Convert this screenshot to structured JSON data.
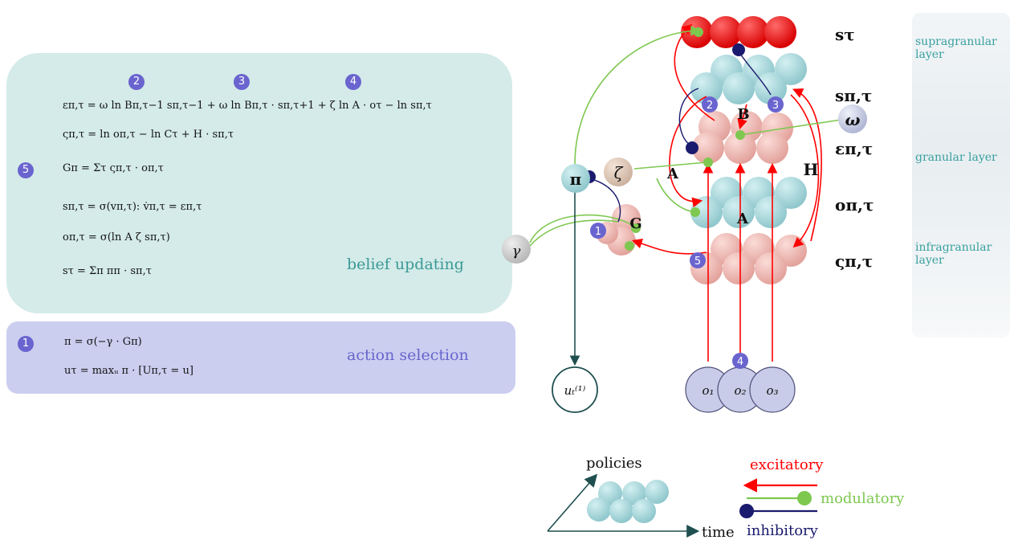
{
  "belief_updating": {
    "caption": "belief updating",
    "equations": {
      "eps": "επ,τ = ω ln Bπ,τ−1 sπ,τ−1 + ω ln Bπ,τ · sπ,τ+1 + ζ ln A · oτ − ln sπ,τ",
      "varsigma": "ςπ,τ = ln oπ,τ − ln Cτ + H · sπ,τ",
      "G": "Gπ = Στ ςπ,τ · oπ,τ",
      "s_pi": "sπ,τ = σ(vπ,τ): v̇π,τ = επ,τ",
      "o_pi": "oπ,τ = σ(ln A ζ sπ,τ)",
      "s_tau": "sτ = Σπ ππ · sπ,τ"
    },
    "markers": [
      "2",
      "3",
      "4",
      "5"
    ]
  },
  "action_selection": {
    "caption": "action selection",
    "equations": {
      "pi": "π = σ(−γ · Gπ)",
      "u": "uτ = maxᵤ π · [Uπ,τ = u]"
    },
    "marker": "1"
  },
  "diagram": {
    "row_labels": [
      "sτ",
      "sπ,τ",
      "επ,τ",
      "oπ,τ",
      "ςπ,τ"
    ],
    "node_labels": {
      "pi": "π",
      "zeta": "ζ",
      "gamma": "γ",
      "omega": "ω",
      "G": "G",
      "A_upper": "A",
      "A_lower": "A",
      "B": "B",
      "H": "H",
      "u": "uₜ⁽¹⁾",
      "obs": [
        "o₁",
        "o₂",
        "o₃"
      ]
    },
    "markers": [
      "1",
      "2",
      "3",
      "4",
      "5"
    ]
  },
  "cortex_layers": [
    "supragranular layer",
    "granular layer",
    "infragranular layer"
  ],
  "legend": {
    "axis_policies": "policies",
    "axis_time": "time",
    "excitatory": "excitatory",
    "modulatory": "modulatory",
    "inhibitory": "inhibitory"
  },
  "colors": {
    "excitatory": "#ff0000",
    "modulatory": "#7ec850",
    "inhibitory": "#1a1a6e",
    "state_units": "#a8d8dc",
    "error_units": "#f0b8b4",
    "marker": "#6a64cf"
  }
}
